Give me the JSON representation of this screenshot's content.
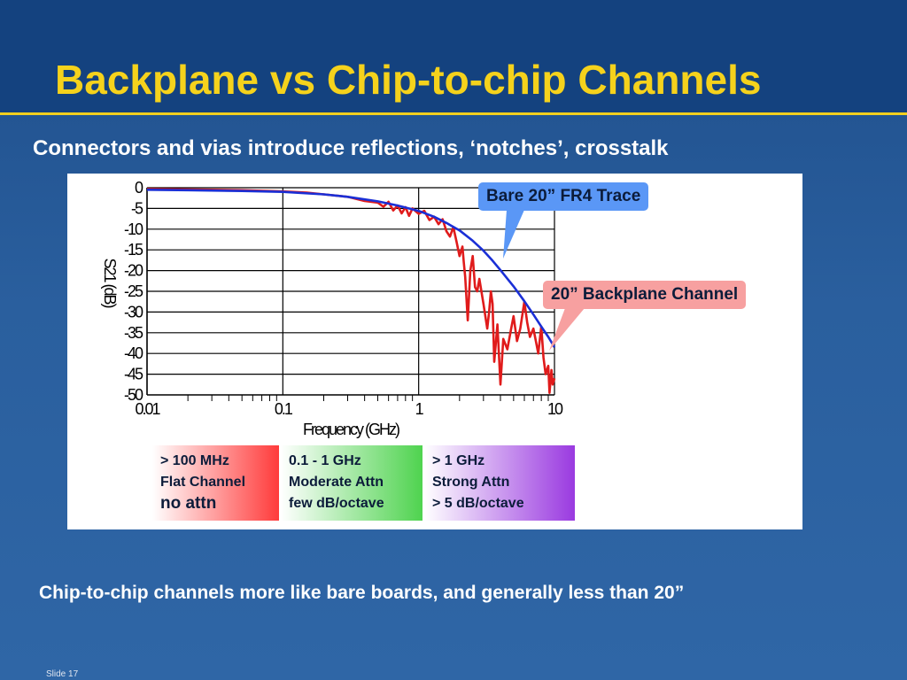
{
  "slide": {
    "title": "Backplane vs Chip-to-chip Channels",
    "subtitle": "Connectors and vias introduce reflections, ‘notches’, crosstalk",
    "footer": "Chip-to-chip channels more like bare boards, and generally less than 20”",
    "slide_number": "Slide 17",
    "colors": {
      "header_band": "#14427f",
      "title": "#f5d21c",
      "accent_rule": "#f2cf1f",
      "background": "#2a5f9e"
    }
  },
  "callouts": {
    "bare_trace": "Bare 20” FR4 Trace",
    "backplane": "20” Backplane Channel"
  },
  "bands": [
    {
      "line1": "> 100 MHz",
      "line2": "Flat Channel",
      "line3": "no attn",
      "color": "#ff3b3b"
    },
    {
      "line1": "0.1 - 1 GHz",
      "line2": "Moderate Attn",
      "line3": "few dB/octave",
      "color": "#4fd34f"
    },
    {
      "line1": "> 1 GHz",
      "line2": "Strong Attn",
      "line3": "> 5 dB/octave",
      "color": "#9a3ae0"
    }
  ],
  "chart_data": {
    "type": "line",
    "title": "",
    "xlabel": "Frequency (GHz)",
    "ylabel": "S21 (dB)",
    "x_scale": "log",
    "xlim": [
      0.01,
      10
    ],
    "ylim": [
      -50,
      0
    ],
    "x_ticks": [
      "0.01",
      "0.1",
      "1",
      "10"
    ],
    "y_ticks": [
      "0",
      "-5",
      "-10",
      "-15",
      "-20",
      "-25",
      "-30",
      "-35",
      "-40",
      "-45",
      "-50"
    ],
    "grid": true,
    "series": [
      {
        "name": "Bare 20” FR4 Trace",
        "color": "#1a2fd6",
        "x": [
          0.01,
          0.02,
          0.05,
          0.1,
          0.2,
          0.3,
          0.5,
          0.7,
          1.0,
          1.3,
          1.6,
          2.0,
          2.5,
          3.0,
          3.5,
          4.0,
          5.0,
          6.0,
          7.0,
          8.0,
          9.0,
          10.0
        ],
        "y": [
          -0.5,
          -0.6,
          -0.8,
          -1.0,
          -1.6,
          -2.2,
          -3.3,
          -4.3,
          -5.6,
          -7.0,
          -8.5,
          -10.3,
          -12.8,
          -15.2,
          -17.6,
          -19.9,
          -23.8,
          -27.4,
          -30.6,
          -33.5,
          -36.0,
          -38.5
        ]
      },
      {
        "name": "20” Backplane Channel",
        "color": "#e01b1b",
        "x": [
          0.01,
          0.02,
          0.05,
          0.1,
          0.15,
          0.2,
          0.3,
          0.4,
          0.5,
          0.55,
          0.6,
          0.65,
          0.7,
          0.75,
          0.8,
          0.85,
          0.9,
          1.0,
          1.1,
          1.2,
          1.3,
          1.4,
          1.5,
          1.6,
          1.7,
          1.8,
          1.9,
          2.0,
          2.1,
          2.15,
          2.2,
          2.3,
          2.4,
          2.5,
          2.6,
          2.7,
          2.8,
          3.0,
          3.2,
          3.3,
          3.4,
          3.5,
          3.6,
          3.8,
          4.0,
          4.2,
          4.5,
          4.8,
          5.0,
          5.3,
          5.6,
          6.0,
          6.3,
          6.6,
          7.0,
          7.3,
          7.6,
          8.0,
          8.3,
          8.6,
          9.0,
          9.2,
          9.5,
          9.7,
          10.0
        ],
        "y": [
          -0.3,
          -0.4,
          -0.6,
          -0.9,
          -1.2,
          -1.6,
          -2.2,
          -3.2,
          -3.6,
          -4.6,
          -3.4,
          -5.5,
          -4.3,
          -6.2,
          -4.7,
          -6.8,
          -5.0,
          -6.3,
          -5.6,
          -7.8,
          -7.0,
          -8.8,
          -7.6,
          -10.5,
          -11.8,
          -9.5,
          -13.0,
          -16.5,
          -14.2,
          -18.0,
          -21.5,
          -32.0,
          -20.0,
          -16.5,
          -24.0,
          -25.0,
          -22.0,
          -28.0,
          -34.0,
          -30.0,
          -25.0,
          -28.0,
          -42.0,
          -33.0,
          -47.5,
          -36.5,
          -39.0,
          -34.0,
          -31.0,
          -37.0,
          -34.0,
          -27.5,
          -32.5,
          -36.0,
          -34.0,
          -37.0,
          -40.0,
          -33.5,
          -41.0,
          -45.0,
          -43.0,
          -49.5,
          -44.0,
          -47.5,
          -46.0
        ]
      }
    ]
  }
}
